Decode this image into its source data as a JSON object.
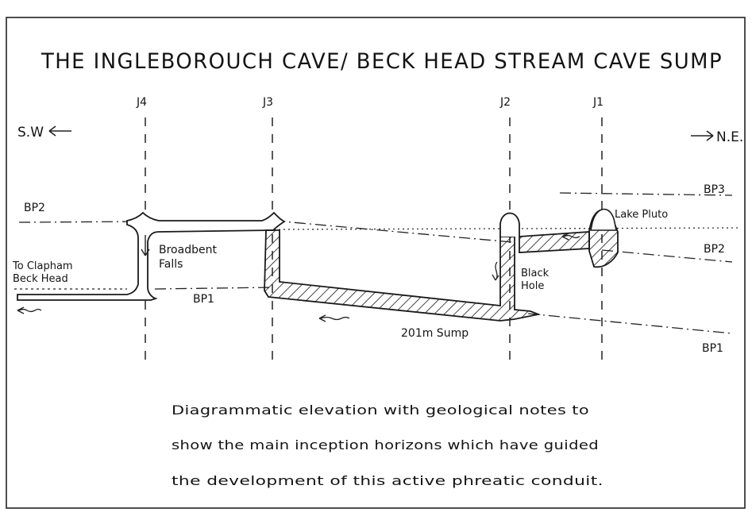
{
  "title": "THE   INGLEBOROUCH CAVE/ BECK  HEAD STREAM CAVE SUMP",
  "directions": {
    "left": "S.W",
    "right": "N.E."
  },
  "junctions": {
    "j4": "J4",
    "j3": "J3",
    "j2": "J2",
    "j1": "J1"
  },
  "bedding_planes": {
    "bp2_left": "BP2",
    "bp1_left": "BP1",
    "bp3_right": "BP3",
    "bp2_right": "BP2",
    "bp1_right": "BP1"
  },
  "labels": {
    "to_clapham_line1": "To Clapham",
    "to_clapham_line2": "Beck Head",
    "broadbent_line1": "Broadbent",
    "broadbent_line2": "Falls",
    "black_line1": "Black",
    "black_line2": "Hole",
    "lake_pluto": "Lake Pluto",
    "sump": "201m Sump"
  },
  "caption": {
    "line1": "Diagrammatic    elevation  with  geological  notes  to",
    "line2": "show   the  main  inception  horizons   which  have  guided",
    "line3": "the   development   of  this   active   phreatic   conduit."
  }
}
